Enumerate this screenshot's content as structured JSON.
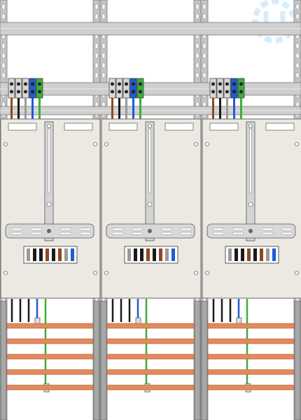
{
  "colors": {
    "background": "#ffffff",
    "frame_rail": "#c4c4c4",
    "frame_edge": "#7a7a7a",
    "din_rail": "#cfcfcf",
    "panel_fill": "#ece8e2",
    "panel_edge": "#6a6a6a",
    "wire_brown": "#8b4a1e",
    "wire_black": "#1a1a1a",
    "wire_grey": "#9a9a9a",
    "wire_blue": "#1e5bd6",
    "wire_green": "#3cae3c",
    "wire_green_yellow": "#c8c82a",
    "busbar_copper": "#e28a5e",
    "busbar_edge": "#b35c34",
    "watermark_blue": "#d8ecfa"
  },
  "icons": {
    "watermark": "brand-watermark-icon",
    "terminal_block": "terminal-block-icon",
    "meter_mount": "meter-mount-bracket-icon",
    "earth_marker": "earth-symbol-icon"
  },
  "layout_summary": {
    "sections": 3,
    "terminals_per_section": 5,
    "busbars": 5
  },
  "sections": [
    {
      "name": "section-left",
      "terminal_colors": [
        "wire_brown",
        "wire_black",
        "wire_grey",
        "wire_blue",
        "wire_green"
      ]
    },
    {
      "name": "section-middle",
      "terminal_colors": [
        "wire_brown",
        "wire_black",
        "wire_grey",
        "wire_blue",
        "wire_green"
      ]
    },
    {
      "name": "section-right",
      "terminal_colors": [
        "wire_brown",
        "wire_black",
        "wire_grey",
        "wire_blue",
        "wire_green"
      ]
    }
  ]
}
